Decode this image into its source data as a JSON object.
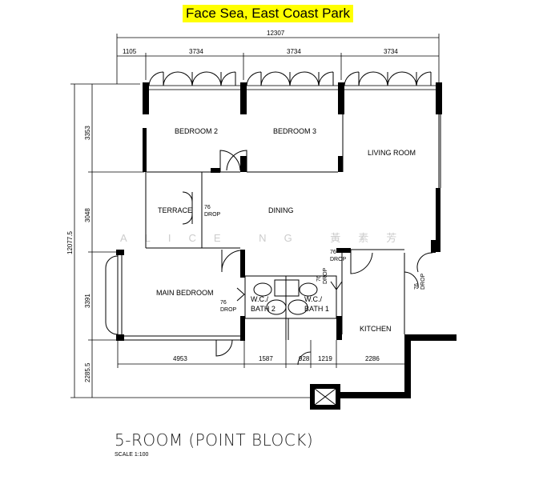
{
  "title": "Face Sea, East Coast Park",
  "plan_title": "5-ROOM (POINT BLOCK)",
  "scale": "SCALE   1:100",
  "watermark": "ALICE NG 黃素芳",
  "dimensions": {
    "top_total": "12307",
    "top": [
      "1105",
      "3734",
      "3734",
      "3734"
    ],
    "left_total": "12077.5",
    "left": [
      "3353",
      "3048",
      "3391",
      "2285.5"
    ],
    "bottom": [
      "4953",
      "1587",
      "928",
      "1219",
      "2286"
    ]
  },
  "rooms": {
    "bedroom2": "BEDROOM 2",
    "bedroom3": "BEDROOM 3",
    "living": "LIVING ROOM",
    "terrace": "TERRACE",
    "dining": "DINING",
    "main_bedroom": "MAIN BEDROOM",
    "wc2a": "W.C./",
    "wc2b": "BATH  2",
    "wc1a": "W.C./",
    "wc1b": "BATH  1",
    "kitchen": "KITCHEN"
  },
  "drops": {
    "value": "76",
    "label": "DROP"
  },
  "colors": {
    "highlight": "#ffff00"
  }
}
